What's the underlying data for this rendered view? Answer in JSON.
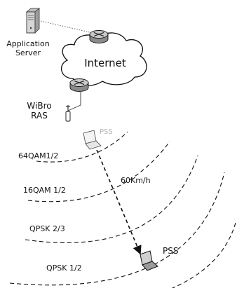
{
  "labels": {
    "app_server_line1": "Application",
    "app_server_line2": "Server",
    "internet": "Internet",
    "ras_line1": "WiBro",
    "ras_line2": "RAS",
    "pss_start": "PSS",
    "pss_end": "PSS",
    "speed": "60Km/h"
  },
  "zones": [
    {
      "label": "64QAM1/2"
    },
    {
      "label": "16QAM 1/2"
    },
    {
      "label": "QPSK 2/3"
    },
    {
      "label": "QPSK 1/2"
    }
  ],
  "icons": {
    "server": "server-icon",
    "router": "router-icon",
    "cloud": "cloud-icon",
    "antenna": "antenna-icon",
    "laptop": "laptop-icon"
  }
}
